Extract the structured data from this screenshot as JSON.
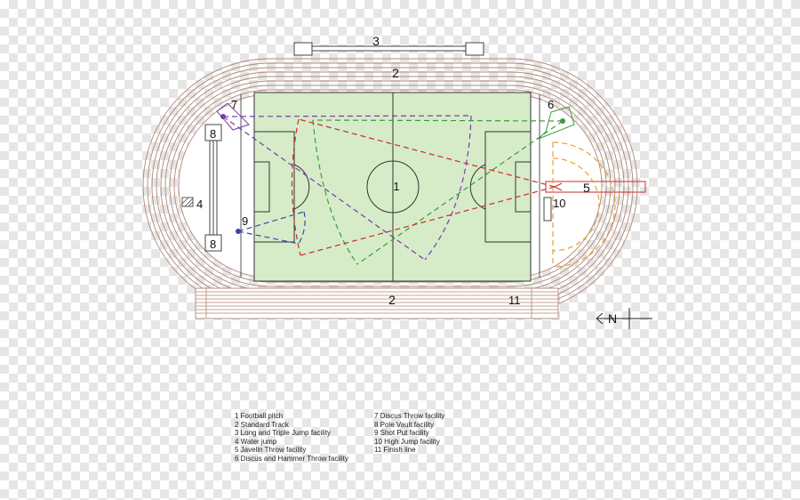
{
  "labels": {
    "pitch": "1",
    "track_top": "2",
    "track_bottom": "2",
    "long_jump": "3",
    "water_jump": "4",
    "javelin": "5",
    "discus_hammer": "6",
    "discus": "7",
    "pole_vault_a": "8",
    "pole_vault_b": "8",
    "shot_put": "9",
    "high_jump": "10",
    "finish": "11",
    "north": "N"
  },
  "legend": {
    "left": [
      "1 Football pitch",
      "2 Standard Track",
      "3 Long and Triple Jump facility",
      "4 Water jump",
      "5 Javelin Throw facility",
      "6 Discus and Hammer Throw facility"
    ],
    "right": [
      "7 Discus Throw facility",
      "8 Pole Vault facility",
      "9 Shot Put facility",
      "10 High Jump facility",
      "11 Finish line"
    ]
  },
  "colors": {
    "track": "#b08878",
    "pitch": "#d6ecc8",
    "pitch_line": "#333333",
    "javelin": "#cc2a2a",
    "discus_hammer": "#3a9a3a",
    "discus": "#7a3aa8",
    "shot_put": "#3a48a0",
    "high_jump": "#e8a030"
  }
}
